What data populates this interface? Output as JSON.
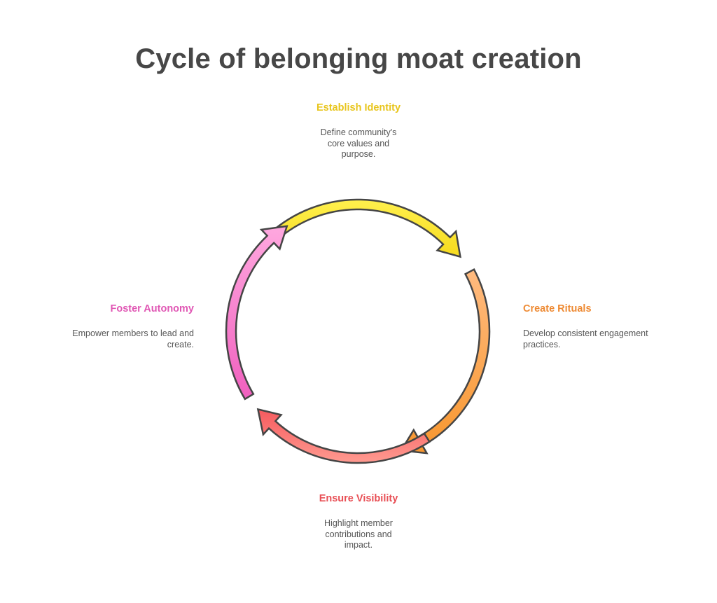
{
  "title": "Cycle of belonging moat creation",
  "steps": [
    {
      "title": "Establish Identity",
      "description": "Define community's core values and purpose.",
      "color": "#E8C51C",
      "fill_light": "#FFF04D",
      "fill_dark": "#F6DA1E"
    },
    {
      "title": "Create Rituals",
      "description": "Develop consistent engagement practices.",
      "color": "#EE8A33",
      "fill_light": "#FFBB80",
      "fill_dark": "#F7962E"
    },
    {
      "title": "Ensure Visibility",
      "description": "Highlight member contributions and impact.",
      "color": "#E84F55",
      "fill_light": "#FF9A90",
      "fill_dark": "#F65A5E"
    },
    {
      "title": "Foster Autonomy",
      "description": "Empower members to lead and create.",
      "color": "#E057B4",
      "fill_light": "#FFA8DF",
      "fill_dark": "#F060BE"
    }
  ],
  "stroke_color": "#454545"
}
